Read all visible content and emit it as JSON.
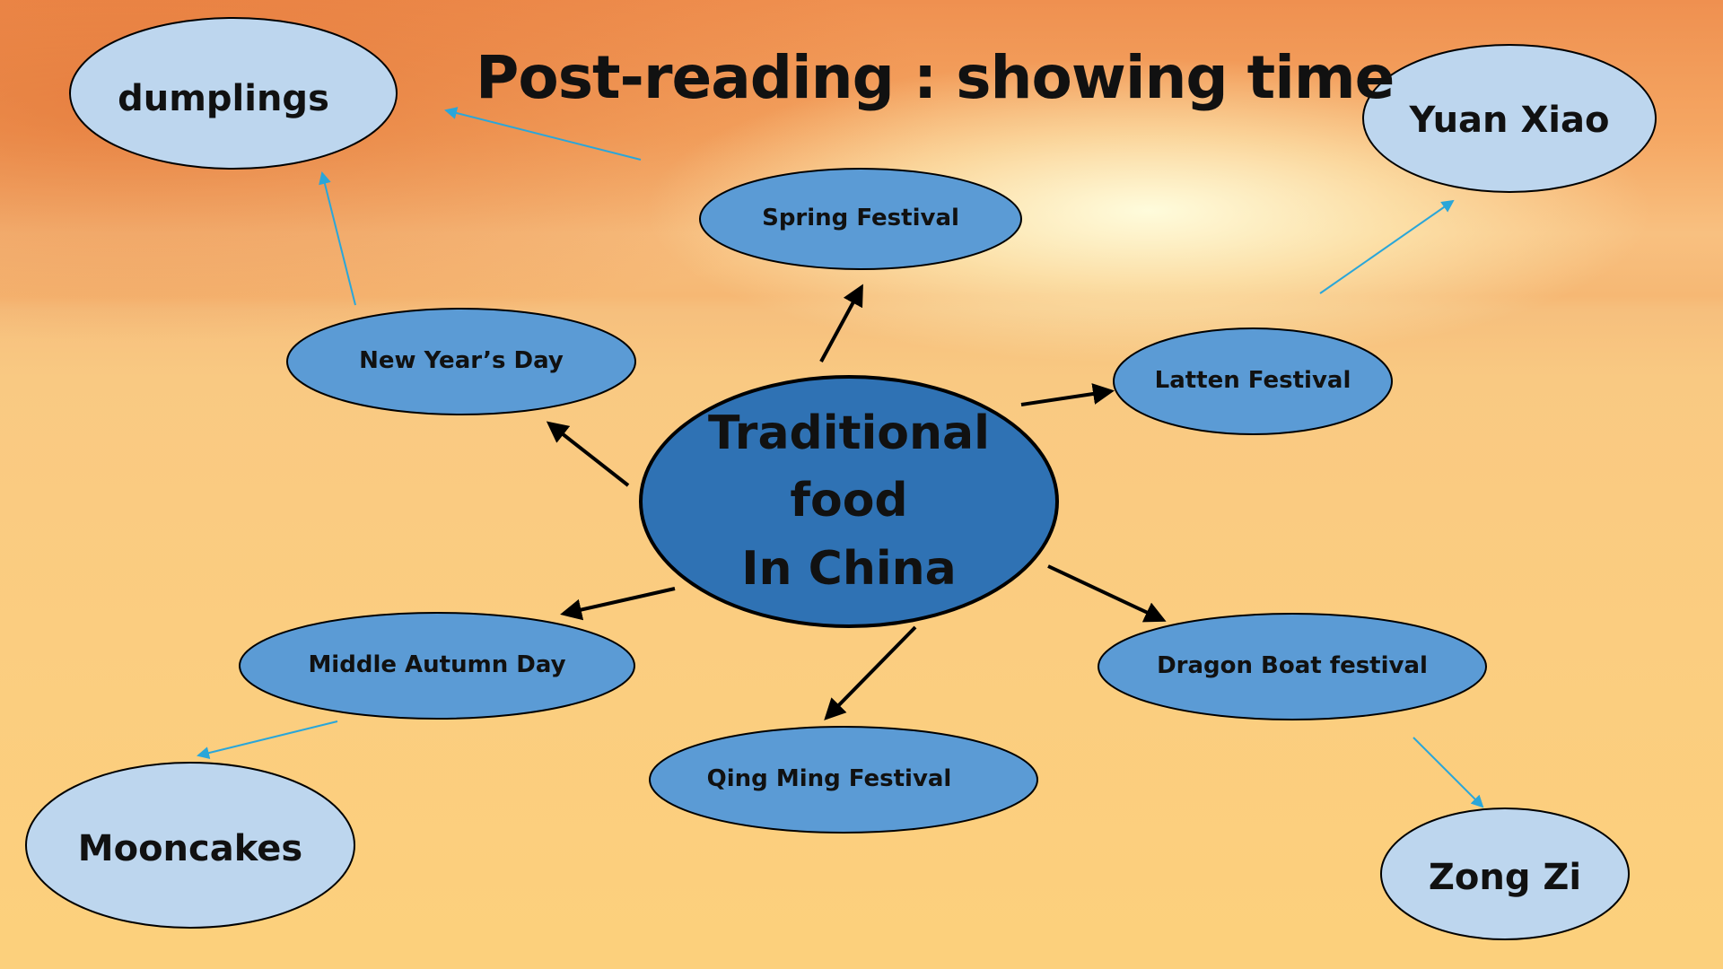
{
  "title": "Post-reading : showing time",
  "center": "Traditional\nfood\nIn China",
  "festivals": {
    "spring": "Spring Festival",
    "new_year": "New Year’s Day",
    "latten": "Latten Festival",
    "middle_autumn": "Middle Autumn Day",
    "dragon_boat": "Dragon Boat festival",
    "qing_ming": "Qing Ming Festival"
  },
  "foods": {
    "dumplings": "dumplings",
    "yuan_xiao": "Yuan Xiao",
    "mooncakes": "Mooncakes",
    "zong_zi": "Zong Zi"
  },
  "colors": {
    "center_fill": "#2f72b4",
    "festival_fill": "#5b9bd5",
    "food_fill": "#bdd6ee",
    "black_arrow": "#000000",
    "blue_arrow": "#2aa6d9"
  }
}
